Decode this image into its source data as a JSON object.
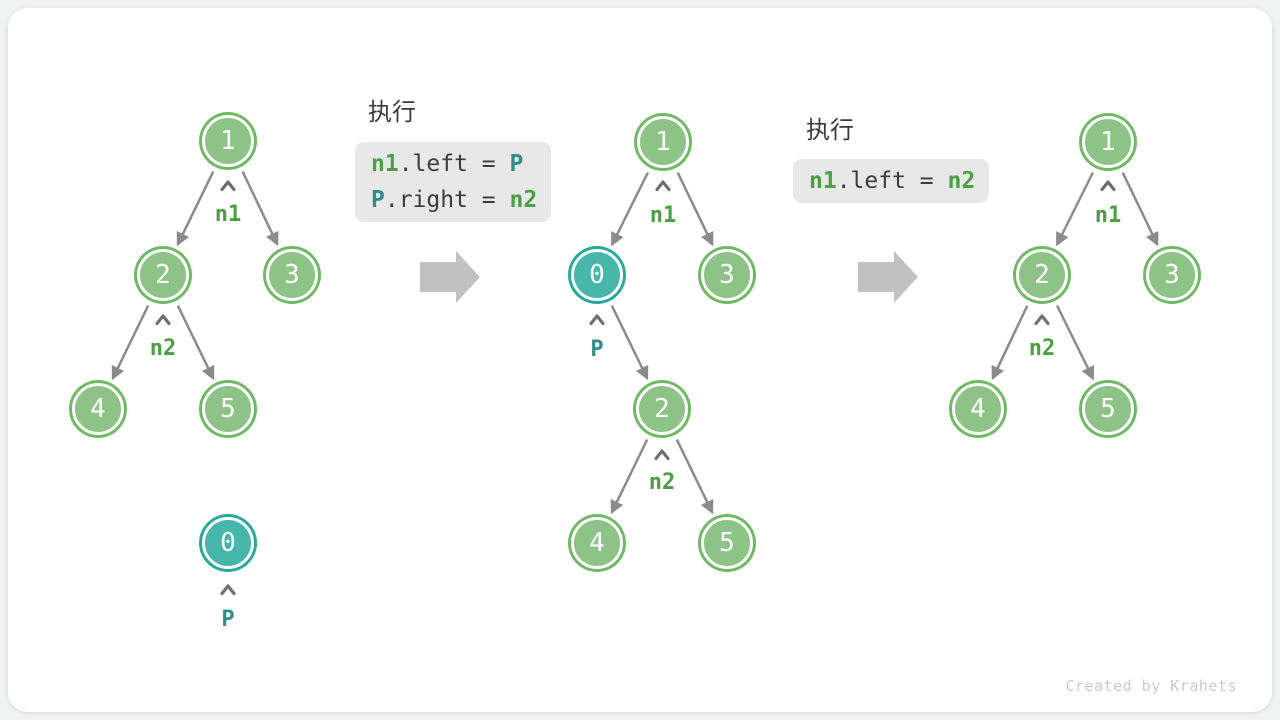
{
  "page": {
    "credit": "Created by Krahets"
  },
  "colors": {
    "background": "#f1f2f2",
    "card": "#ffffff",
    "node_green_fill": "#8ec387",
    "node_green_ring": "#6eba63",
    "node_teal_fill": "#47b6ab",
    "node_teal_ring": "#27a99d",
    "edge": "#8b8b8b",
    "caret": "#6f6f6f",
    "pointer_green": "#4c9e43",
    "pointer_teal": "#2d8f88",
    "code_background": "#e8e8e8",
    "code_text": "#3b3b3b",
    "flow_arrow": "#c1c1c1"
  },
  "steps": [
    {
      "exec_title": "执行",
      "code_lines": [
        {
          "t1": "n1",
          "c1": "green",
          "t2": ".left = ",
          "c2": "plain",
          "t3": "P",
          "c3": "teal"
        },
        {
          "t1": "P",
          "c1": "teal",
          "t2": ".right = ",
          "c2": "plain",
          "t3": "n2",
          "c3": "green"
        }
      ]
    },
    {
      "exec_title": "执行",
      "code_lines": [
        {
          "t1": "n1",
          "c1": "green",
          "t2": ".left = ",
          "c2": "plain",
          "t3": "n2",
          "c3": "green"
        }
      ]
    }
  ],
  "trees": [
    {
      "nodes": [
        {
          "value": "1",
          "variant": "green"
        },
        {
          "value": "2",
          "variant": "green"
        },
        {
          "value": "3",
          "variant": "green"
        },
        {
          "value": "4",
          "variant": "green"
        },
        {
          "value": "5",
          "variant": "green"
        },
        {
          "value": "0",
          "variant": "teal"
        }
      ],
      "pointers": [
        {
          "label": "n1",
          "color": "green"
        },
        {
          "label": "n2",
          "color": "green"
        },
        {
          "label": "P",
          "color": "teal"
        }
      ]
    },
    {
      "nodes": [
        {
          "value": "1",
          "variant": "green"
        },
        {
          "value": "0",
          "variant": "teal"
        },
        {
          "value": "3",
          "variant": "green"
        },
        {
          "value": "2",
          "variant": "green"
        },
        {
          "value": "4",
          "variant": "green"
        },
        {
          "value": "5",
          "variant": "green"
        }
      ],
      "pointers": [
        {
          "label": "n1",
          "color": "green"
        },
        {
          "label": "P",
          "color": "teal"
        },
        {
          "label": "n2",
          "color": "green"
        }
      ]
    },
    {
      "nodes": [
        {
          "value": "1",
          "variant": "green"
        },
        {
          "value": "2",
          "variant": "green"
        },
        {
          "value": "3",
          "variant": "green"
        },
        {
          "value": "4",
          "variant": "green"
        },
        {
          "value": "5",
          "variant": "green"
        }
      ],
      "pointers": [
        {
          "label": "n1",
          "color": "green"
        },
        {
          "label": "n2",
          "color": "green"
        }
      ]
    }
  ]
}
